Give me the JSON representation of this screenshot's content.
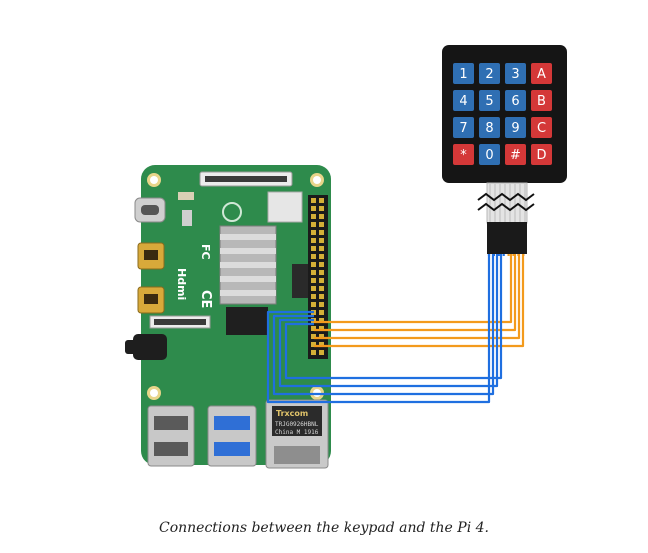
{
  "caption": "Connections between the keypad and the Pi 4.",
  "keypad": {
    "keys": [
      {
        "label": "1",
        "type": "digit"
      },
      {
        "label": "2",
        "type": "digit"
      },
      {
        "label": "3",
        "type": "digit"
      },
      {
        "label": "A",
        "type": "letter"
      },
      {
        "label": "4",
        "type": "digit"
      },
      {
        "label": "5",
        "type": "digit"
      },
      {
        "label": "6",
        "type": "digit"
      },
      {
        "label": "B",
        "type": "letter"
      },
      {
        "label": "7",
        "type": "digit"
      },
      {
        "label": "8",
        "type": "digit"
      },
      {
        "label": "9",
        "type": "digit"
      },
      {
        "label": "C",
        "type": "letter"
      },
      {
        "label": "*",
        "type": "symbol"
      },
      {
        "label": "0",
        "type": "digit"
      },
      {
        "label": "#",
        "type": "symbol"
      },
      {
        "label": "D",
        "type": "letter"
      }
    ]
  },
  "board": {
    "hdmi_logo": "Hdmi",
    "fc_mark": "FC",
    "ce_mark": "CE",
    "ram_chip": {
      "brand": "Trxcom",
      "model": "TRJG0926HBNL",
      "origin": "China M 1916"
    }
  },
  "colors": {
    "digit_key": "#2f6fb3",
    "letter_key": "#d43838",
    "keypad_body": "#151515",
    "pcb": "#2e8b4c",
    "wire_blue": "#1f6fe0",
    "wire_orange": "#f39a1c",
    "heatsink": "#b8b8b8"
  }
}
